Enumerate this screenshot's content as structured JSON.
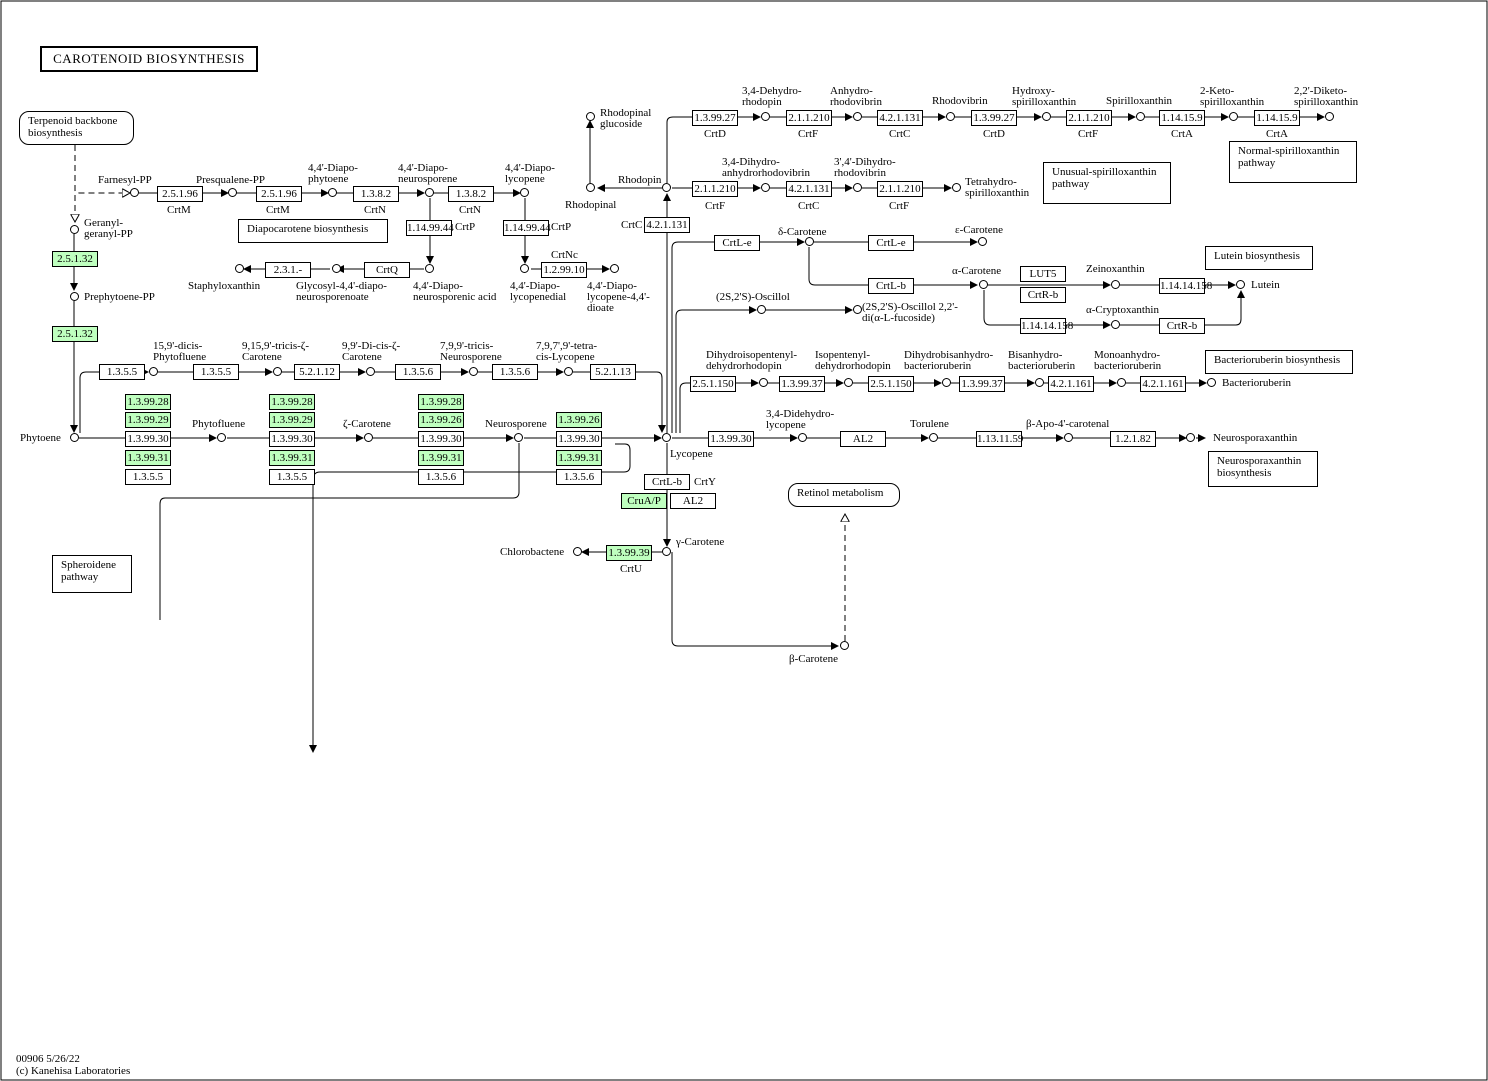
{
  "title": "CAROTENOID  BIOSYNTHESIS",
  "footer": {
    "id_date": "00906 5/26/22",
    "copyright": "(c) Kanehisa Laboratories"
  },
  "colors": {
    "highlight": "#bfffbf",
    "line": "#000000",
    "dashed_line": "#000000"
  },
  "modules": {
    "terpenoid": "Terpenoid backbone biosynthesis",
    "diapocarotene": "Diapocarotene biosynthesis",
    "unusual_spirillo": "Unusual-spirilloxanthin pathway",
    "normal_spirillo": "Normal-spirilloxanthin pathway",
    "lutein": "Lutein biosynthesis",
    "bacterioruberin": "Bacterioruberin biosynthesis",
    "neurosporaxanthin": "Neurosporaxanthin biosynthesis",
    "retinol": "Retinol metabolism",
    "spheroidene": "Spheroidene pathway"
  },
  "compounds": {
    "farnesyl_pp": "Farnesyl-PP",
    "presqualene_pp": "Presqualene-PP",
    "diapophytoene": "4,4'-Diapo-phytoene",
    "diaponeurosporene": "4,4'-Diapo-neurosporene",
    "diapolycopene": "4,4'-Diapo-lycopene",
    "geranylgeranyl_pp": "Geranyl-geranyl-PP",
    "prephytoene_pp": "Prephytoene-PP",
    "staphyloxanthin": "Staphyloxanthin",
    "glycosyl_diapo": "Glycosyl-4,4'-diapo-neurosporenoate",
    "diaponeurosporenic": "4,4'-Diapo-neurosporenic acid",
    "diapolycopenedial": "4,4'-Diapo-lycopenedial",
    "diapolycopene_dioate": "4,4'-Diapo-lycopene-4,4'-dioate",
    "phytoene": "Phytoene",
    "phytofluene": "Phytofluene",
    "zeta_carotene": "ζ-Carotene",
    "neurosporene": "Neurosporene",
    "lycopene": "Lycopene",
    "dicis_phytofluene": "15,9'-dicis-Phytofluene",
    "tricis_zeta": "9,15,9'-tricis-ζ-Carotene",
    "dicis_zeta": "9,9'-Di-cis-ζ-Carotene",
    "tricis_neuro": "7,9,9'-tricis-Neurosporene",
    "tetracis_lycopene": "7,9,7',9'-tetra-cis-Lycopene",
    "rhodopinal_glucoside": "Rhodopinal glucoside",
    "rhodopinal": "Rhodopinal",
    "rhodopin": "Rhodopin",
    "dehydro_rhodopin": "3,4-Dehydro-rhodopin",
    "anhydro_rhodovibrin": "Anhydro-rhodovibrin",
    "rhodovibrin": "Rhodovibrin",
    "hydroxy_spirillo": "Hydroxy-spirilloxanthin",
    "spirilloxanthin": "Spirilloxanthin",
    "keto_spirillo": "2-Keto-spirilloxanthin",
    "diketo_spirillo": "2,2'-Diketo-spirilloxanthin",
    "dihydro_anhydrorhodo": "3,4-Dihydro-anhydrorhodovibrin",
    "dihydro_rhodovibrin": "3',4'-Dihydro-rhodovibrin",
    "tetrahydro_spirillo": "Tetrahydro-spirilloxanthin",
    "delta_carotene": "δ-Carotene",
    "epsilon_carotene": "ε-Carotene",
    "alpha_carotene": "α-Carotene",
    "zeinoxanthin": "Zeinoxanthin",
    "lutein": "Lutein",
    "alpha_crypto": "α-Cryptoxanthin",
    "oscillol": "(2S,2'S)-Oscillol",
    "oscillol_fucoside": "(2S,2'S)-Oscillol 2,2'-di(α-L-fucoside)",
    "dihydroisopentenyl": "Dihydroisopentenyl-dehydrorhodopin",
    "isopentenyl": "Isopentenyl-dehydrorhodopin",
    "dihydrobisanhydro": "Dihydrobisanhydro-bacterioruberin",
    "bisanhydro": "Bisanhydro-bacterioruberin",
    "monoanhydro": "Monoanhydro-bacterioruberin",
    "bacterioruberin": "Bacterioruberin",
    "didehydrolycopene": "3,4-Didehydro-lycopene",
    "torulene": "Torulene",
    "apo_carotenal": "β-Apo-4'-carotenal",
    "neurosporaxanthin": "Neurosporaxanthin",
    "gamma_carotene": "γ-Carotene",
    "chlorobactene": "Chlorobactene",
    "beta_carotene": "β-Carotene"
  },
  "enzymes": {
    "e_2_5_1_96": "2.5.1.96",
    "e_1_3_8_2": "1.3.8.2",
    "e_1_14_99_44": "1.14.99.44",
    "e_2_5_1_32": "2.5.1.32",
    "e_2_3_1": "2.3.1.-",
    "e_1_2_99_10": "1.2.99.10",
    "e_1_3_5_5": "1.3.5.5",
    "e_5_2_1_12": "5.2.1.12",
    "e_1_3_5_6": "1.3.5.6",
    "e_5_2_1_13": "5.2.1.13",
    "e_1_3_99_28": "1.3.99.28",
    "e_1_3_99_29": "1.3.99.29",
    "e_1_3_99_30": "1.3.99.30",
    "e_1_3_99_31": "1.3.99.31",
    "e_1_3_99_26": "1.3.99.26",
    "e_1_3_99_27": "1.3.99.27",
    "e_2_1_1_210": "2.1.1.210",
    "e_4_2_1_131": "4.2.1.131",
    "e_1_14_15_9": "1.14.15.9",
    "e_1_14_14_158": "1.14.14.158",
    "e_2_5_1_150": "2.5.1.150",
    "e_1_3_99_37": "1.3.99.37",
    "e_4_2_1_161": "4.2.1.161",
    "e_1_13_11_59": "1.13.11.59",
    "e_1_2_1_82": "1.2.1.82",
    "e_1_3_99_39": "1.3.99.39",
    "crtq": "CrtQ",
    "crtl_e": "CrtL-e",
    "crtl_b": "CrtL-b",
    "crtr_b": "CrtR-b",
    "lut5": "LUT5",
    "al2": "AL2",
    "crua_p": "CruA/P"
  },
  "genes": {
    "crtm": "CrtM",
    "crtn": "CrtN",
    "crtp": "CrtP",
    "crtnc": "CrtNc",
    "crtd": "CrtD",
    "crtf": "CrtF",
    "crtc": "CrtC",
    "crta": "CrtA",
    "crty": "CrtY",
    "crtu": "CrtU"
  }
}
